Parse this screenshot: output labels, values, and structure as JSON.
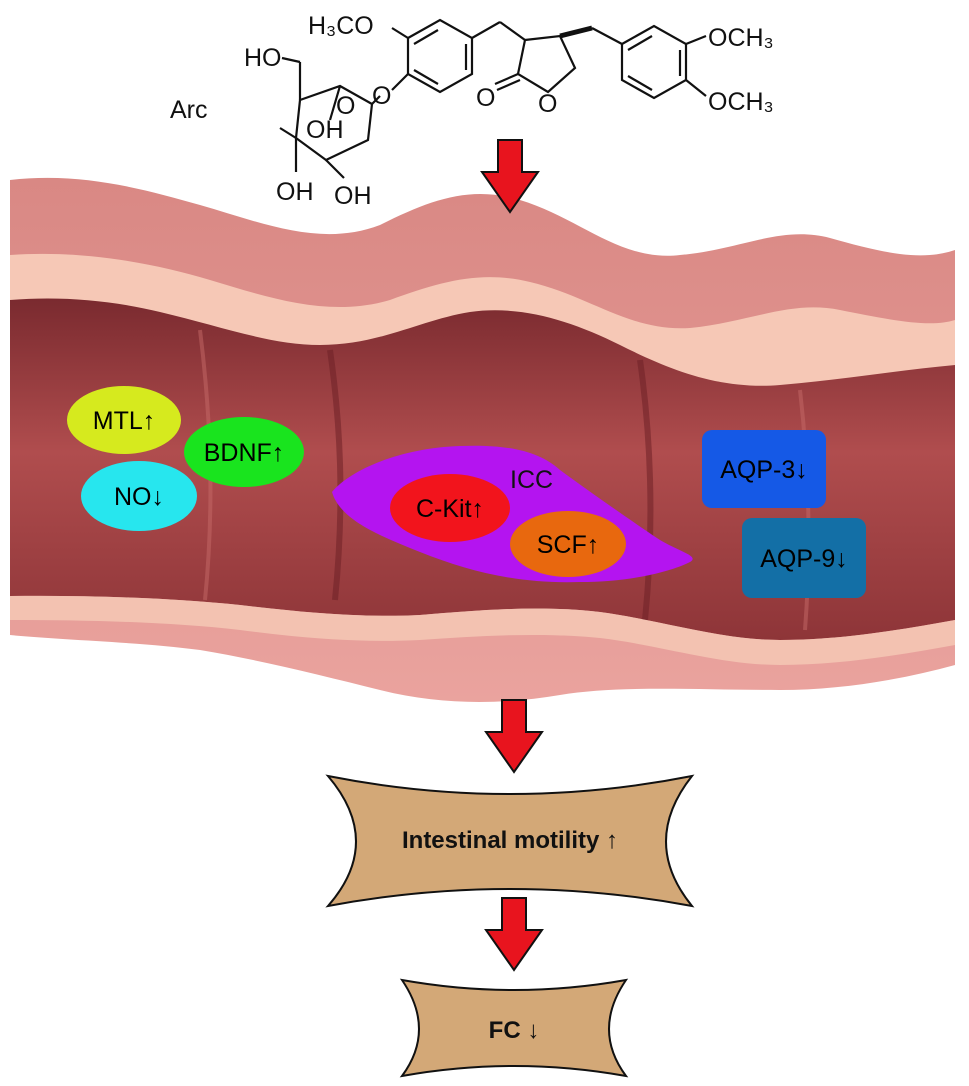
{
  "molecule": {
    "name": "Arc",
    "substituents": {
      "methoxy_left": "H₃CO",
      "methoxy_right_top": "OCH₃",
      "methoxy_right_bottom": "OCH₃",
      "hydroxymethyl": "HO",
      "hydroxyl_ring": "OH",
      "hydroxyl_bottom_left": "OH",
      "hydroxyl_bottom_right": "OH",
      "carbonyl_oxygen": "O",
      "ring_oxygen_lactone": "O",
      "ring_oxygen_sugar": "O",
      "glycosidic_oxygen": "O"
    }
  },
  "markers": [
    {
      "id": "mtl",
      "label": "MTL",
      "arrow": "↑",
      "color": "#d6ea1e",
      "text_color": "#111111"
    },
    {
      "id": "bdnf",
      "label": "BDNF",
      "arrow": "↑",
      "color": "#19e41e",
      "text_color": "#111111"
    },
    {
      "id": "no",
      "label": "NO",
      "arrow": "↓",
      "color": "#27e6ee",
      "text_color": "#111111"
    },
    {
      "id": "ckit",
      "label": "C-Kit",
      "arrow": "↑",
      "color": "#f2141c",
      "text_color": "#111111"
    },
    {
      "id": "scf",
      "label": "SCF",
      "arrow": "↑",
      "color": "#e8680e",
      "text_color": "#111111"
    },
    {
      "id": "aqp3",
      "label": "AQP-3",
      "arrow": "↓",
      "color": "#1559e6",
      "text_color": "#111111"
    },
    {
      "id": "aqp9",
      "label": "AQP-9",
      "arrow": "↓",
      "color": "#136fa6",
      "text_color": "#111111"
    }
  ],
  "icc": {
    "label": "ICC",
    "color": "#b414f0"
  },
  "outcomes": [
    {
      "id": "motility",
      "text": "Intestinal motility ↑"
    },
    {
      "id": "fc",
      "text": "FC ↓"
    }
  ],
  "colors": {
    "arrow": "#e8141e",
    "banner_fill": "#d3a877",
    "intestine_outer": "#e79d98",
    "intestine_band": "#f6c8b6",
    "intestine_lumen": "#a64546",
    "intestine_lumen_dark": "#7a2a2f"
  }
}
